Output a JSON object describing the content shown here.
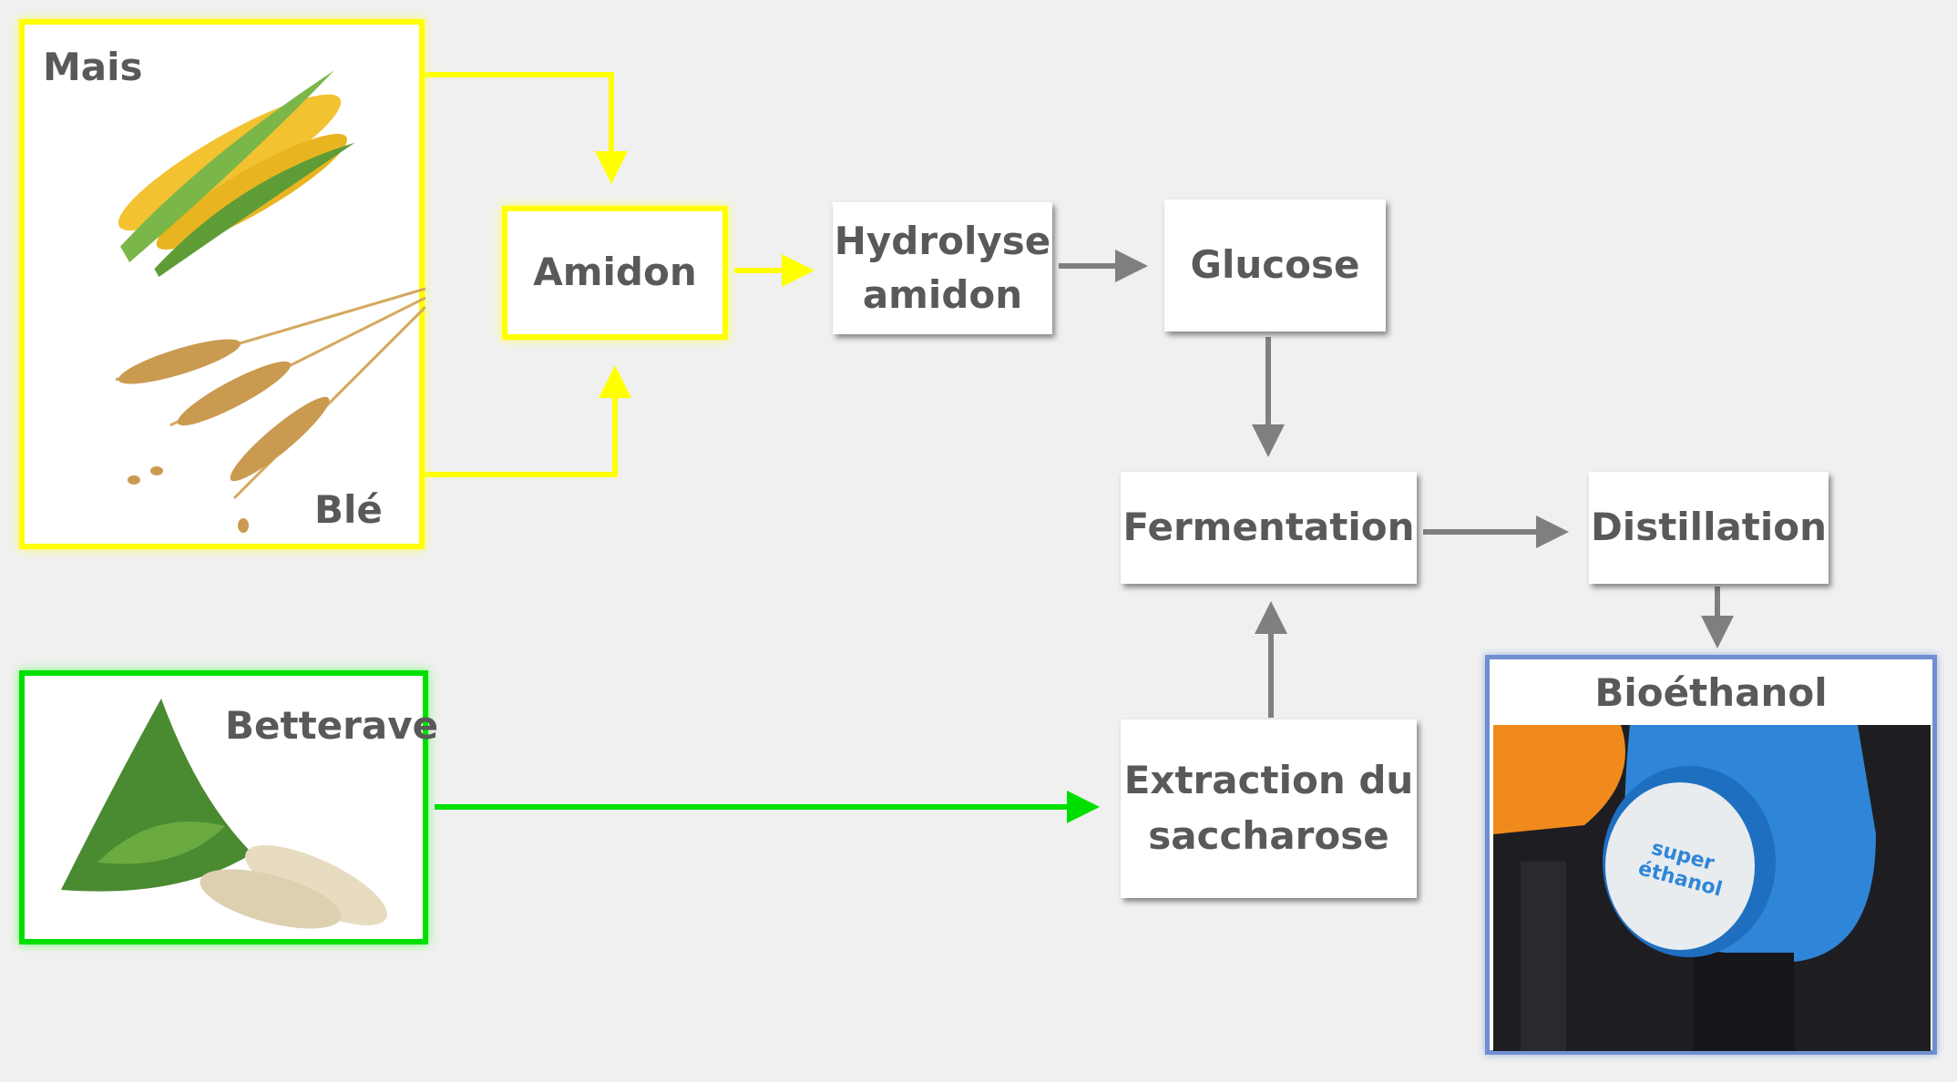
{
  "sources": {
    "mais": "Mais",
    "ble": "Blé",
    "betterave": "Betterave"
  },
  "steps": {
    "amidon": "Amidon",
    "hydrolyse_1": "Hydrolyse",
    "hydrolyse_2": "amidon",
    "glucose": "Glucose",
    "fermentation": "Fermentation",
    "distillation": "Distillation",
    "extraction_1": "Extraction du",
    "extraction_2": "saccharose"
  },
  "product": {
    "title": "Bioéthanol",
    "pump_text_1": "super",
    "pump_text_2": "éthanol"
  },
  "colors": {
    "yellow": "#ffff00",
    "green": "#00e000",
    "gray_arrow": "#7f7f7f",
    "blue_border": "#6f8fd0"
  }
}
